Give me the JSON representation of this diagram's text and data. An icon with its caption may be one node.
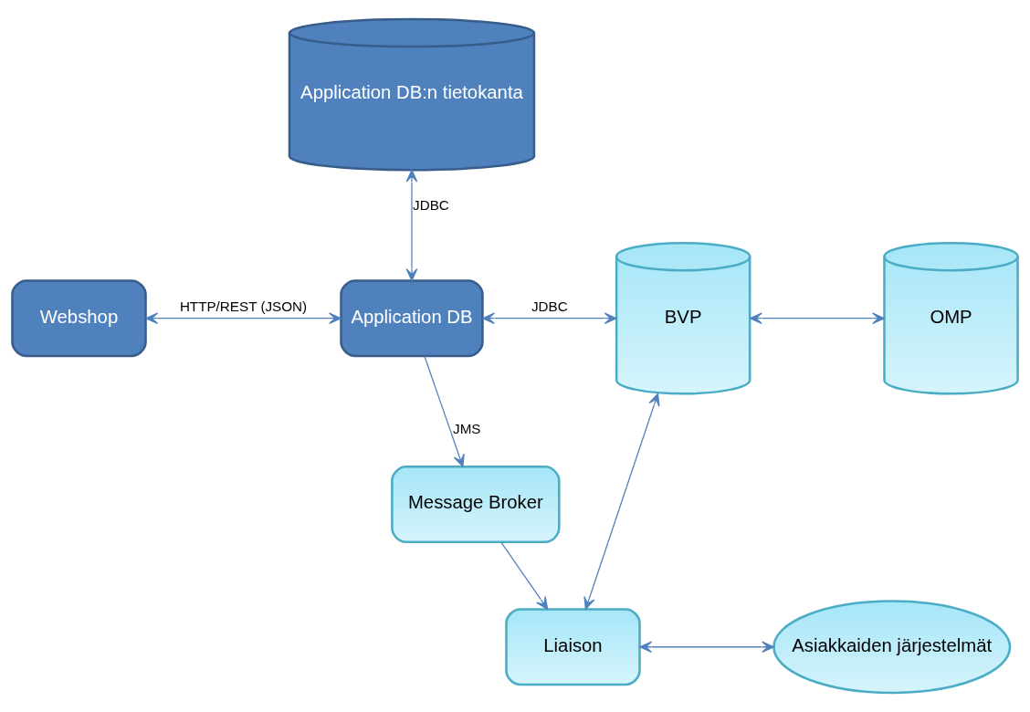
{
  "diagram": {
    "nodes": [
      {
        "text": [
          "Application DB:n tietokanta"
        ]
      },
      {
        "text": [
          "Webshop"
        ]
      },
      {
        "text": [
          "Application DB"
        ]
      },
      {
        "text": [
          "BVP"
        ]
      },
      {
        "text": [
          "OMP"
        ]
      },
      {
        "text": [
          "Message Broker"
        ]
      },
      {
        "text": [
          "Liaison"
        ]
      },
      {
        "text": [
          "Asiakkaiden järjestelmät"
        ]
      }
    ],
    "edges": [
      {
        "from": 0,
        "to": 2,
        "arrow": "both",
        "label": "JDBC"
      },
      {
        "from": 1,
        "to": 2,
        "arrow": "both",
        "label": "HTTP/REST (JSON)"
      },
      {
        "from": 2,
        "to": 3,
        "arrow": "both",
        "label": "JDBC"
      },
      {
        "from": 3,
        "to": 4,
        "arrow": "both"
      },
      {
        "from": 2,
        "to": 5,
        "arrow": "to",
        "label": "JMS"
      },
      {
        "from": 5,
        "to": 6,
        "arrow": "to"
      },
      {
        "from": 6,
        "to": 3,
        "arrow": "both"
      },
      {
        "from": 6,
        "to": 7,
        "arrow": "both"
      }
    ]
  }
}
